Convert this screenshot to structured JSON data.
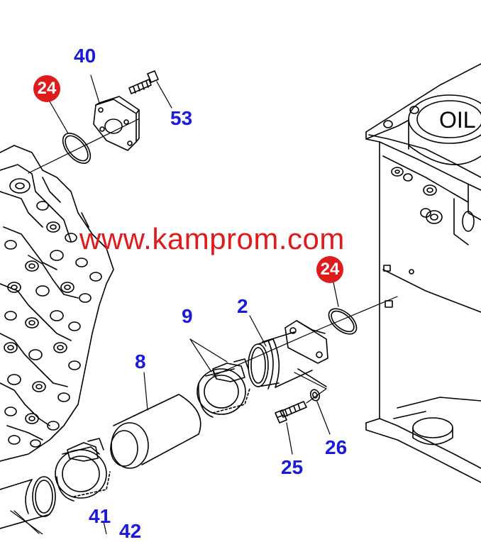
{
  "watermark": "www.kamprom.com",
  "tank_text": "OIL",
  "callouts": {
    "c40": "40",
    "c53": "53",
    "c24a": "24",
    "c24b": "24",
    "c2": "2",
    "c9": "9",
    "c8": "8",
    "c25": "25",
    "c26": "26",
    "c41": "41",
    "c42": "42"
  },
  "colors": {
    "callout_text": "#1a1adc",
    "badge_fill": "#e01b1b",
    "watermark": "#e01b1b",
    "line_art": "#000000"
  }
}
